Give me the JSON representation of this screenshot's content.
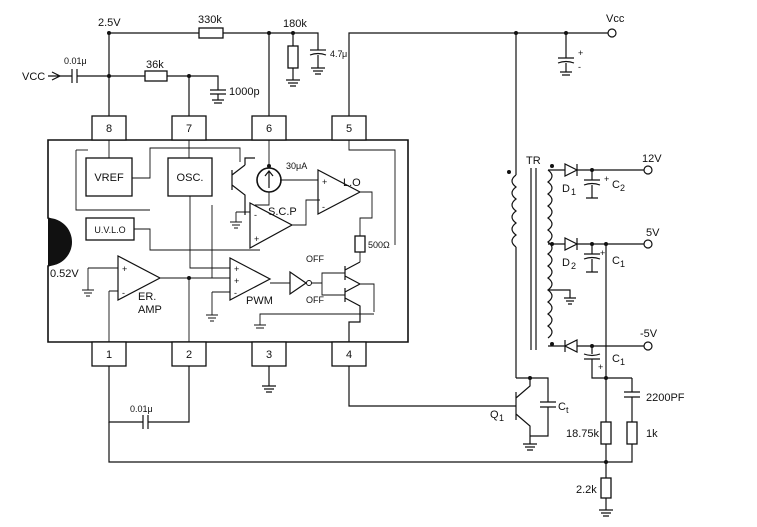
{
  "labels": {
    "v25": "2.5V",
    "r330k": "330k",
    "r180k": "180k",
    "c47": "4.7",
    "c47_unit": "μ",
    "vcc_in": "VCC",
    "c001_top": "0.01μ",
    "r36k": "36k",
    "c1000p": "1000p",
    "vcc_out": "Vcc",
    "tr": "TR",
    "out12": "12V",
    "out5": "5V",
    "outm5": "-5V",
    "d1": "D",
    "d1_sub": "1",
    "d2": "D",
    "d2_sub": "2",
    "c2": "C",
    "c2_sub": "2",
    "c1a": "C",
    "c1a_sub": "1",
    "c1b": "C",
    "c1b_sub": "1",
    "q1": "Q",
    "q1_sub": "1",
    "ct": "C",
    "ct_sub": "t",
    "c2200": "2200PF",
    "r1875": "18.75k",
    "r1k": "1k",
    "r22k": "2.2k",
    "c001_bot": "0.01μ",
    "vref": "VREF",
    "osc": "OSC.",
    "uvlo": "U.V.L.O",
    "cur30": "30μA",
    "scp": "S.C.P",
    "lo": "L.O",
    "er": "ER.",
    "amp": "AMP",
    "pwm": "PWM",
    "r500": "500Ω",
    "v052": "0.52V",
    "off1": "OFF",
    "off2": "OFF",
    "plus": "+",
    "minus": "-"
  },
  "pins": {
    "p1": "1",
    "p2": "2",
    "p3": "3",
    "p4": "4",
    "p5": "5",
    "p6": "6",
    "p7": "7",
    "p8": "8"
  }
}
